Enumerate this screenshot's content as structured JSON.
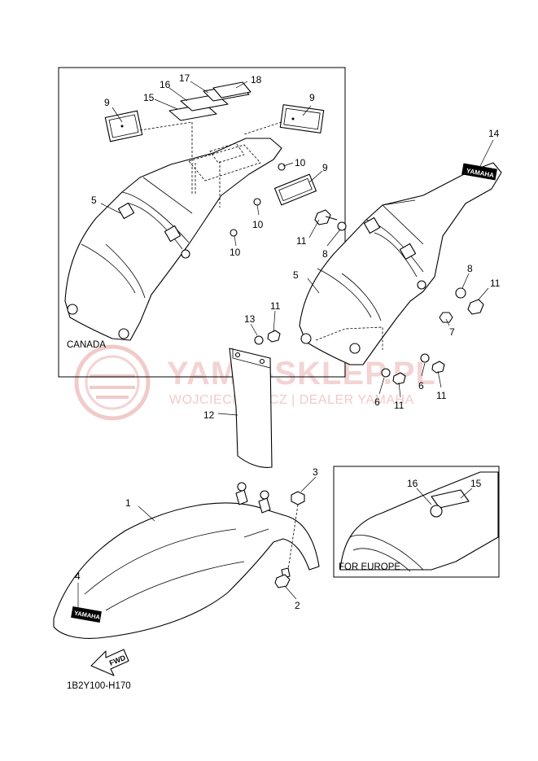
{
  "watermark": {
    "brand": "YAMA-SKLEP.PL",
    "dealer": "WOJCIECHOWICZ | DEALER YAMAHA"
  },
  "insets": {
    "canada_label": "CANADA",
    "europe_label": "FOR EUROPE"
  },
  "diagram_code": "1B2Y100-H170",
  "direction_arrow": "FWD",
  "callouts": {
    "c1": "1",
    "c2": "2",
    "c3": "3",
    "c4": "4",
    "c5a": "5",
    "c5b": "5",
    "c6a": "6",
    "c6b": "6",
    "c7": "7",
    "c8a": "8",
    "c8b": "8",
    "c9a": "9",
    "c9b": "9",
    "c9c": "9",
    "c10a": "10",
    "c10b": "10",
    "c10c": "10",
    "c11a": "11",
    "c11b": "11",
    "c11c": "11",
    "c11d": "11",
    "c11e": "11",
    "c12": "12",
    "c13": "13",
    "c14": "14",
    "c15a": "15",
    "c15b": "15",
    "c16a": "16",
    "c16b": "16",
    "c17": "17",
    "c18": "18"
  }
}
